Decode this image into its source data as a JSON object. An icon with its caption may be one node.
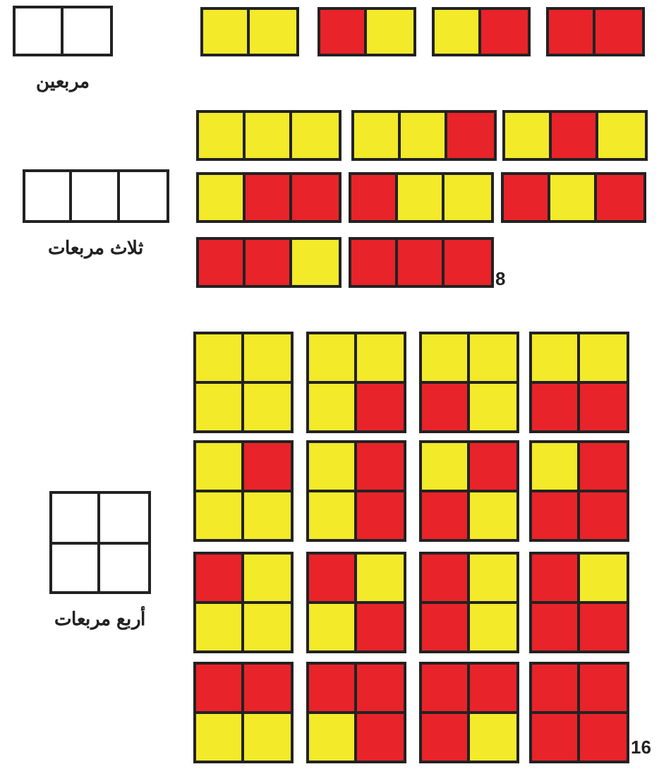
{
  "diagram": {
    "nodes": [
      {
        "text": [
          "مربعين"
        ]
      },
      {
        "text": [],
        "shape": "box"
      },
      {
        "text": [],
        "shape": "box"
      },
      {
        "text": [],
        "shape": "box"
      },
      {
        "text": [],
        "shape": "box"
      },
      {
        "text": [
          "ثلاث مربعات"
        ]
      },
      {
        "text": [],
        "shape": "box"
      },
      {
        "text": [],
        "shape": "box"
      },
      {
        "text": [],
        "shape": "box"
      },
      {
        "text": [],
        "shape": "box"
      },
      {
        "text": [],
        "shape": "box"
      },
      {
        "text": [],
        "shape": "box"
      },
      {
        "text": [],
        "shape": "box"
      },
      {
        "text": [],
        "shape": "box"
      },
      {
        "text": [
          "أربع مربعات"
        ]
      },
      {
        "text": [],
        "shape": "box"
      },
      {
        "text": [],
        "shape": "box"
      },
      {
        "text": [],
        "shape": "box"
      },
      {
        "text": [],
        "shape": "box"
      },
      {
        "text": [],
        "shape": "box"
      },
      {
        "text": [],
        "shape": "box"
      },
      {
        "text": [],
        "shape": "box"
      },
      {
        "text": [],
        "shape": "box"
      },
      {
        "text": [],
        "shape": "box"
      },
      {
        "text": [],
        "shape": "box"
      },
      {
        "text": [],
        "shape": "box"
      },
      {
        "text": [],
        "shape": "box"
      },
      {
        "text": [],
        "shape": "box"
      },
      {
        "text": [],
        "shape": "box"
      },
      {
        "text": [],
        "shape": "box"
      },
      {
        "text": [],
        "shape": "box"
      }
    ],
    "labels": [
      "8",
      "16"
    ]
  }
}
